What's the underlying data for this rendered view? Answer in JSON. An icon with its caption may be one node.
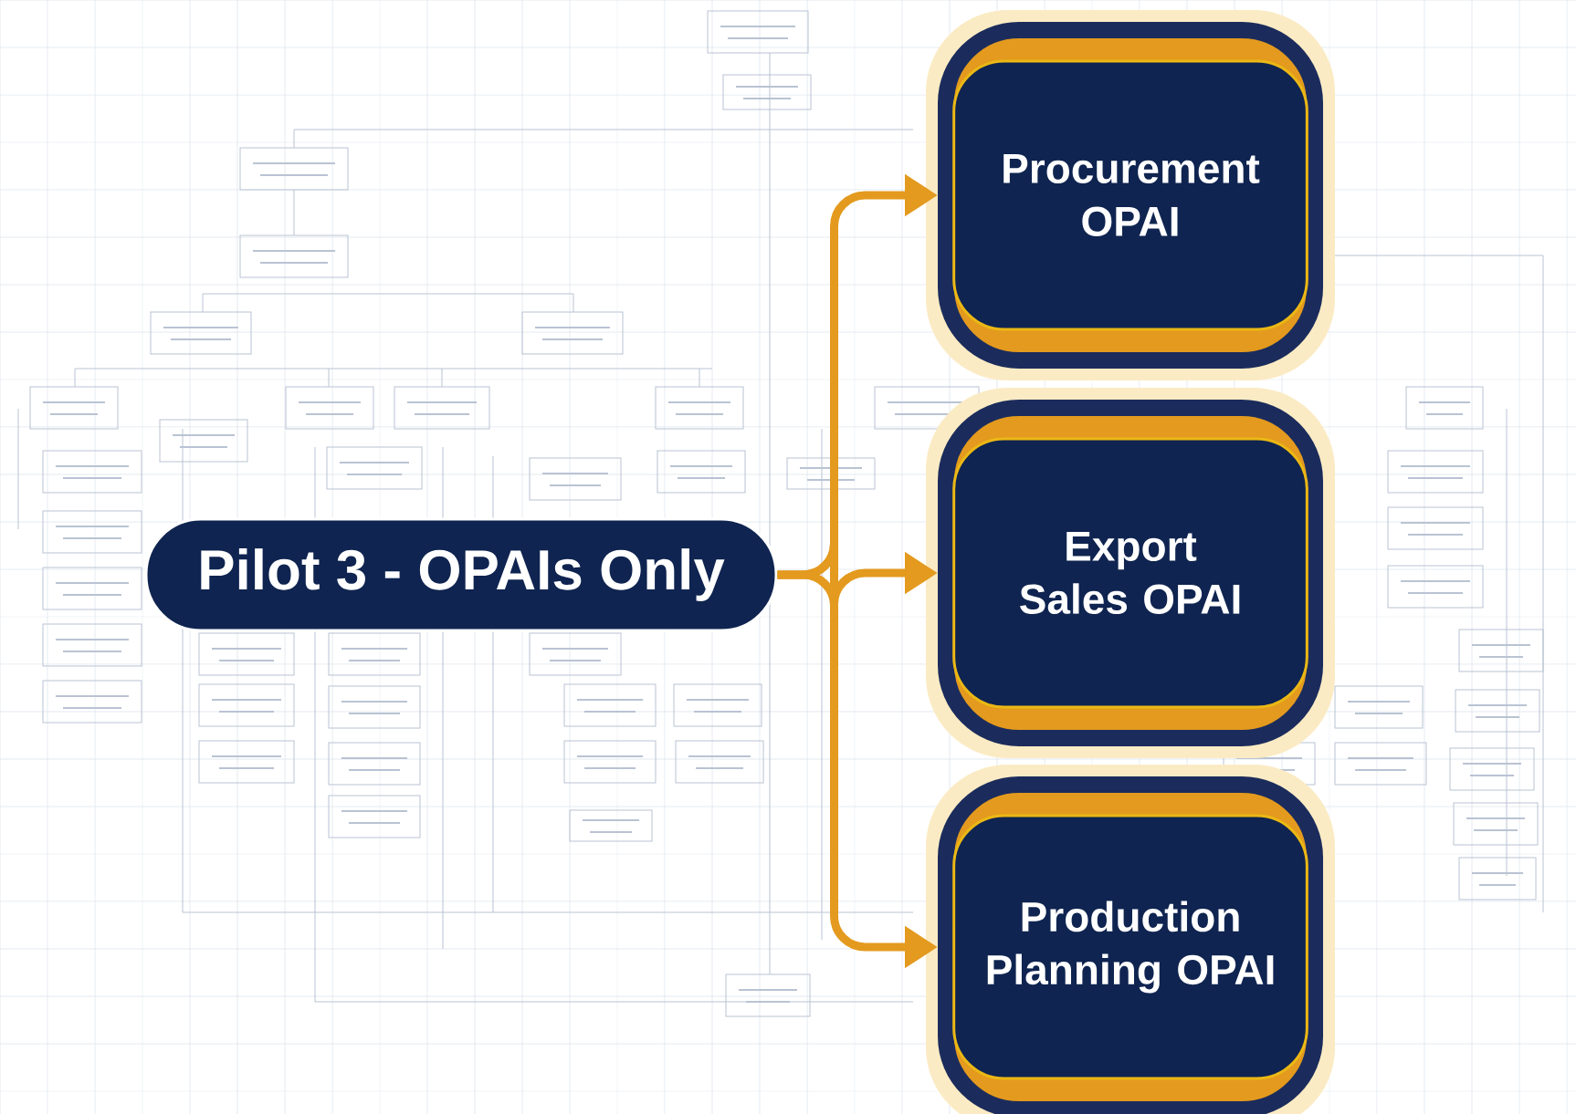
{
  "diagram": {
    "nodes": [
      {
        "text": [
          "Pilot 3 - OPAIs Only"
        ]
      },
      {
        "text": [
          "Procurement OPAI"
        ]
      },
      {
        "text": [
          "Export Sales OPAI"
        ]
      },
      {
        "text": [
          "Production Planning OPAI"
        ]
      }
    ],
    "edges": [
      {
        "from": 0,
        "to": 1,
        "arrow": "to"
      },
      {
        "from": 0,
        "to": 2,
        "arrow": "to"
      },
      {
        "from": 0,
        "to": 3,
        "arrow": "to"
      }
    ]
  }
}
